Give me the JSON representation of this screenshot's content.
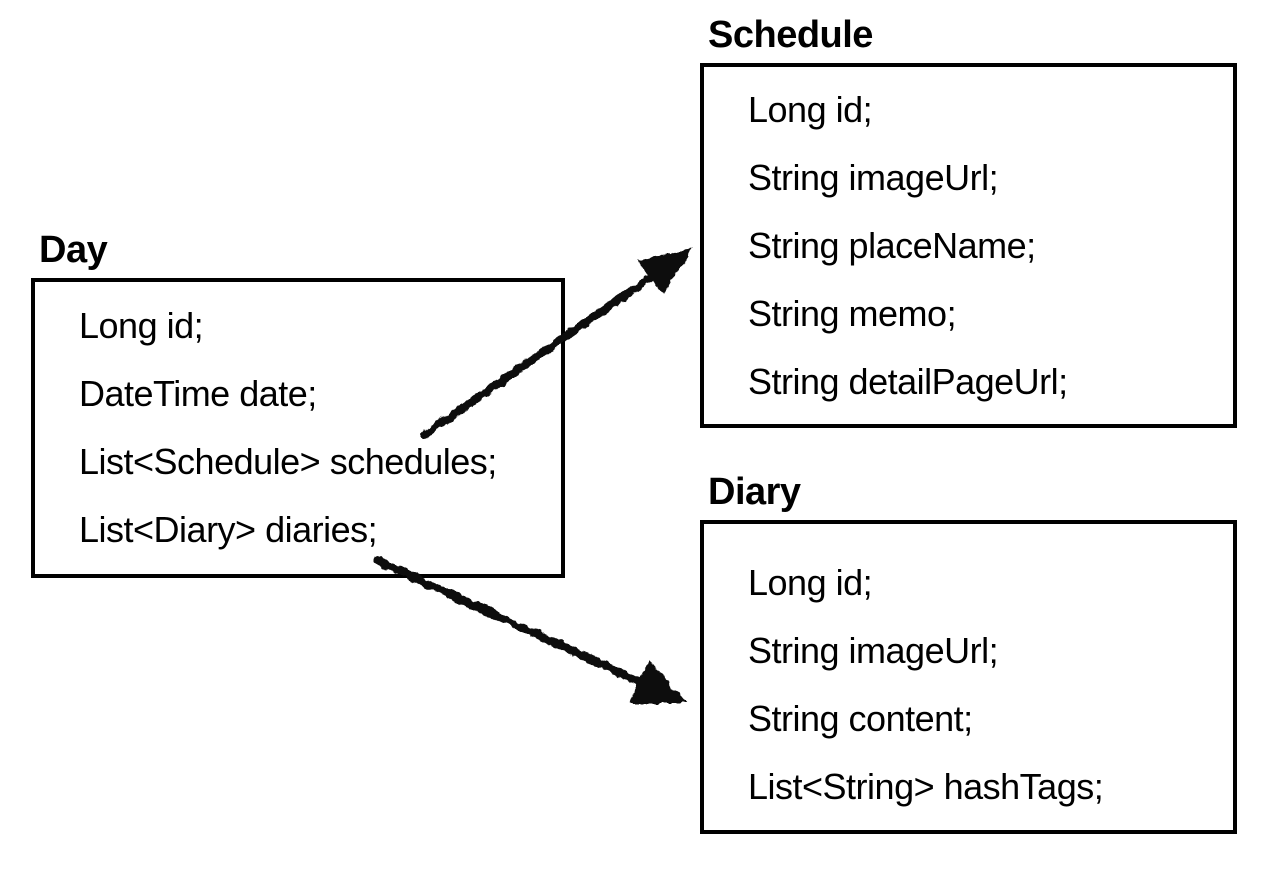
{
  "canvas": {
    "background": "#ffffff",
    "ink": "#000000"
  },
  "entities": [
    {
      "name": "Day",
      "fields": [
        "Long id;",
        "DateTime date;",
        "List<Schedule> schedules;",
        "List<Diary> diaries;"
      ]
    },
    {
      "name": "Schedule",
      "fields": [
        "Long id;",
        "String imageUrl;",
        "String placeName;",
        "String memo;",
        "String detailPageUrl;"
      ]
    },
    {
      "name": "Diary",
      "fields": [
        "Long id;",
        "String imageUrl;",
        "String content;",
        "List<String> hashTags;"
      ]
    }
  ],
  "relations": [
    {
      "from_entity": "Day",
      "from_field": "schedules",
      "to_entity": "Schedule",
      "style": "hand-drawn-arrow"
    },
    {
      "from_entity": "Day",
      "from_field": "diaries",
      "to_entity": "Diary",
      "style": "hand-drawn-arrow"
    }
  ]
}
